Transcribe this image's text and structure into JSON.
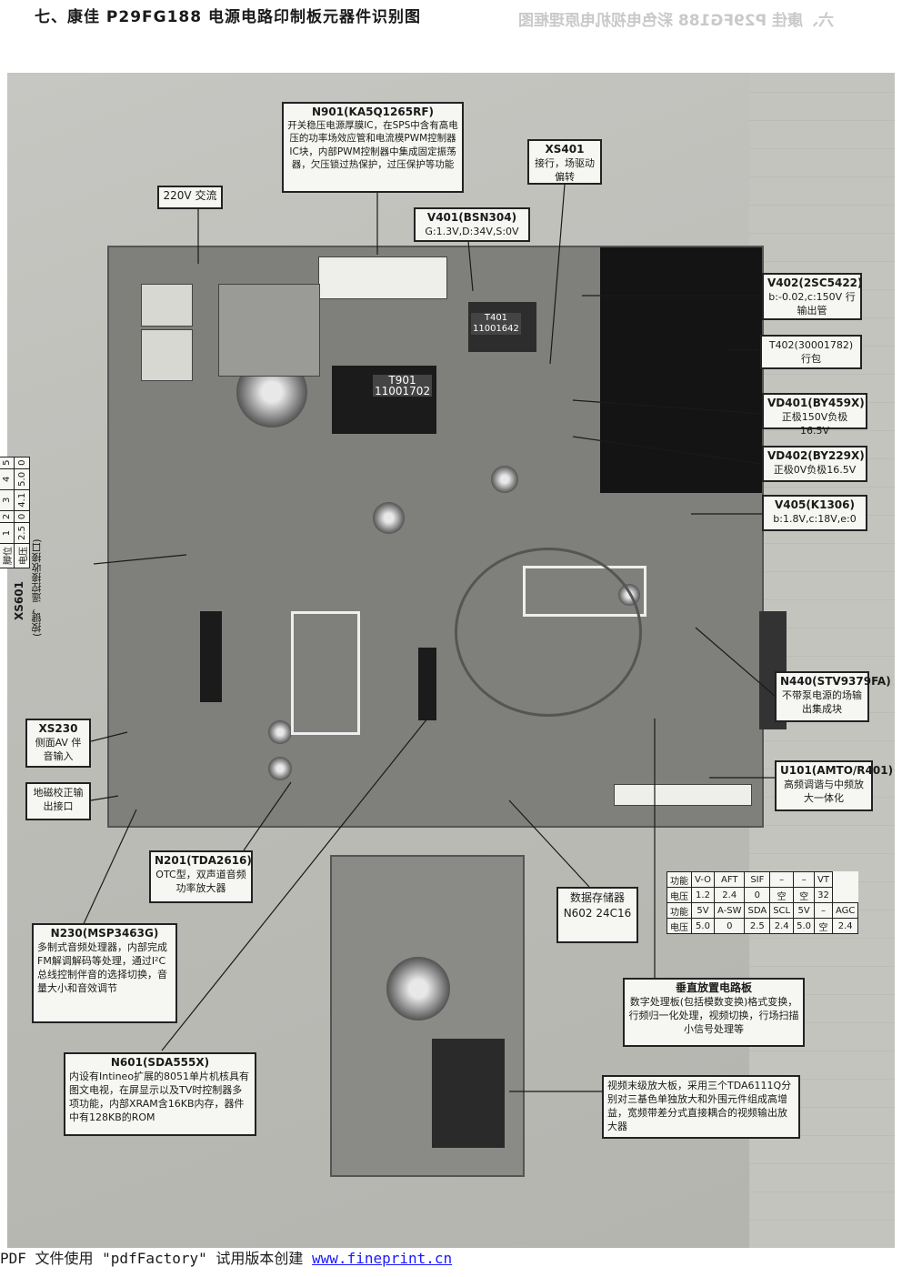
{
  "page": {
    "title": "七、康佳 P29FG188 电源电路印制板元器件识别图",
    "mirror_title": "六、康佳 P29FG188 彩色电视机电原理框图",
    "footer": {
      "prefix": "PDF 文件使用 \"pdfFactory\" 试用版本创建 ",
      "link": "www.fineprint.cn"
    }
  },
  "pcb_markings": {
    "t901": "T901\n11001702",
    "t401": "T401\n11001642"
  },
  "labels": {
    "n901": {
      "heading": "N901(KA5Q1265RF)",
      "body": "开关稳压电源厚膜IC，在SPS中含有高电压的功率场效应管和电流模PWM控制器IC块，内部PWM控制器中集成固定振荡器，欠压锁过热保护，过压保护等功能"
    },
    "ac220": {
      "heading": "",
      "body": "220V 交流"
    },
    "xs401": {
      "heading": "XS401",
      "body": "接行，场驱动偏转"
    },
    "v401": {
      "heading": "V401(BSN304)",
      "body": "G:1.3V,D:34V,S:0V"
    },
    "v402": {
      "heading": "V402(2SC5422)",
      "body": "b:-0.02,c:150V 行输出管"
    },
    "t402": {
      "heading": "",
      "body": "T402(30001782) 行包"
    },
    "vd401": {
      "heading": "VD401(BY459X)",
      "body": "正极150V负极16.5V"
    },
    "vd402": {
      "heading": "VD402(BY229X)",
      "body": "正极0V负极16.5V"
    },
    "v405": {
      "heading": "V405(K1306)",
      "body": "b:1.8V,c:18V,e:0"
    },
    "n440": {
      "heading": "N440(STV9379FA)",
      "body": "不带泵电源的场输出集成块"
    },
    "u101": {
      "heading": "U101(AMTO/R401)",
      "body": "高频调谐与中频放大一体化"
    },
    "xs230": {
      "heading": "XS230",
      "body": "侧面AV 伴音输入"
    },
    "geomag": {
      "heading": "",
      "body": "地磁校正输出接口"
    },
    "n201": {
      "heading": "N201(TDA2616)",
      "body": "OTC型，双声道音频功率放大器"
    },
    "n602": {
      "heading": "",
      "body": "数据存储器 N602 24C16"
    },
    "n230": {
      "heading": "N230(MSP3463G)",
      "body": "多制式音频处理器，内部完成FM解调解码等处理，通过I²C总线控制伴音的选择切换，音量大小和音效调节"
    },
    "vertical": {
      "heading": "垂直放置电路板",
      "body": "数字处理板(包括模数变换)格式变换，行频归一化处理，视频切换，行场扫描小信号处理等"
    },
    "n601": {
      "heading": "N601(SDA555X)",
      "body": "内设有Intineo扩展的8051单片机核具有图文电视，在屏显示以及TV时控制器多项功能，内部XRAM含16KB内存，器件中有128KB的ROM"
    },
    "video_amp": {
      "heading": "",
      "body": "视频末级放大板，采用三个TDA6111Q分别对三基色单独放大和外围元件组成高增益，宽频带差分式直接耦合的视频输出放大器"
    }
  },
  "xs601": {
    "title": "XS601",
    "subtitle": "(按键，遥控接收接口)",
    "rows": [
      [
        "脚位",
        "1",
        "2",
        "3",
        "4",
        "5"
      ],
      [
        "电压",
        "2.5",
        "0",
        "4.1",
        "5.0",
        "0"
      ]
    ]
  },
  "pin_table": {
    "rows": [
      [
        "功能",
        "V-O",
        "AFT",
        "SIF",
        "–",
        "–",
        "VT"
      ],
      [
        "电压",
        "1.2",
        "2.4",
        "0",
        "空",
        "空",
        "32"
      ],
      [
        "功能",
        "5V",
        "A-SW",
        "SDA",
        "SCL",
        "5V",
        "–",
        "AGC"
      ],
      [
        "电压",
        "5.0",
        "0",
        "2.5",
        "2.4",
        "5.0",
        "空",
        "2.4"
      ]
    ]
  }
}
